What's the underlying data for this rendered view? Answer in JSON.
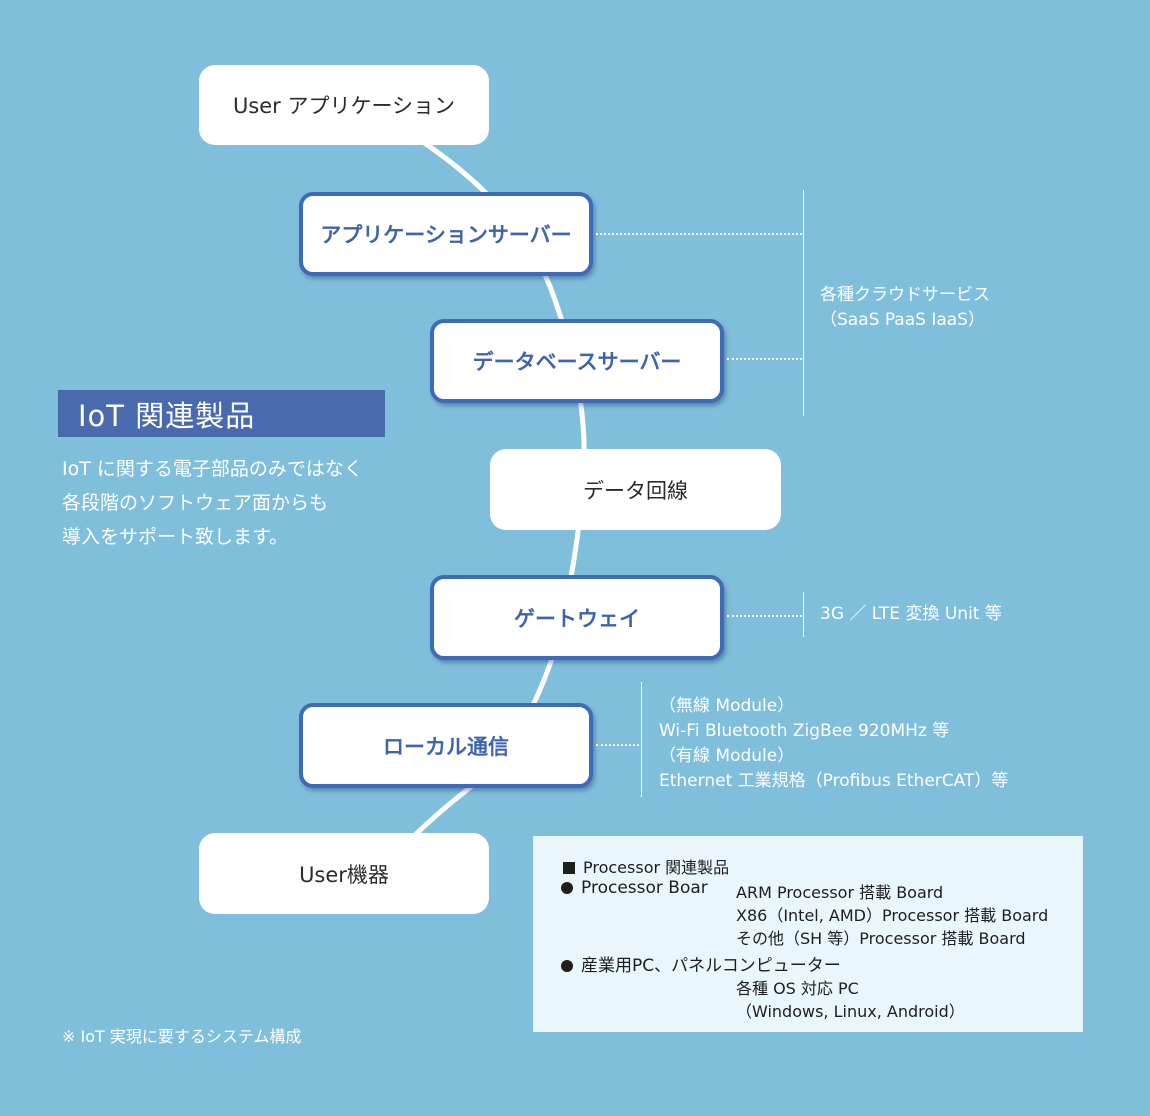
{
  "boxes": {
    "user_app": "User アプリケーション",
    "app_server": "アプリケーションサーバー",
    "db_server": "データベースサーバー",
    "data_line": "データ回線",
    "gateway": "ゲートウェイ",
    "local_comm": "ローカル通信",
    "user_device": "User機器"
  },
  "annotations": {
    "cloud": [
      "各種クラウドサービス",
      "（SaaS PaaS IaaS）"
    ],
    "gateway": "3G ／ LTE 変換 Unit 等",
    "local": [
      "（無線 Module）",
      "Wi-Fi Bluetooth ZigBee 920MHz 等",
      "（有線 Module）",
      "Ethernet 工業規格（Profibus EtherCAT）等"
    ]
  },
  "section": {
    "title": "IoT 関連製品",
    "description": [
      "IoT に関する電子部品のみではなく",
      "各段階のソフトウェア面からも",
      "導入をサポート致します。"
    ]
  },
  "panel": {
    "heading": "Processor 関連製品",
    "item1_label": "Processor Boar",
    "item1_lines": [
      "ARM Processor 搭載 Board",
      "X86（Intel, AMD）Processor 搭載 Board",
      "その他（SH 等）Processor 搭載 Board"
    ],
    "item2_label": "産業用PC、パネルコンピューター",
    "item2_lines": [
      "各種 OS 対応 PC",
      "（Windows, Linux, Android）"
    ]
  },
  "footnote": "※ IoT 実現に要するシステム構成",
  "colors": {
    "background": "#80bfdc",
    "accent": "#3e6ab9",
    "heading_bg": "#4a6ab0",
    "panel_bg": "#e9f6fc"
  }
}
